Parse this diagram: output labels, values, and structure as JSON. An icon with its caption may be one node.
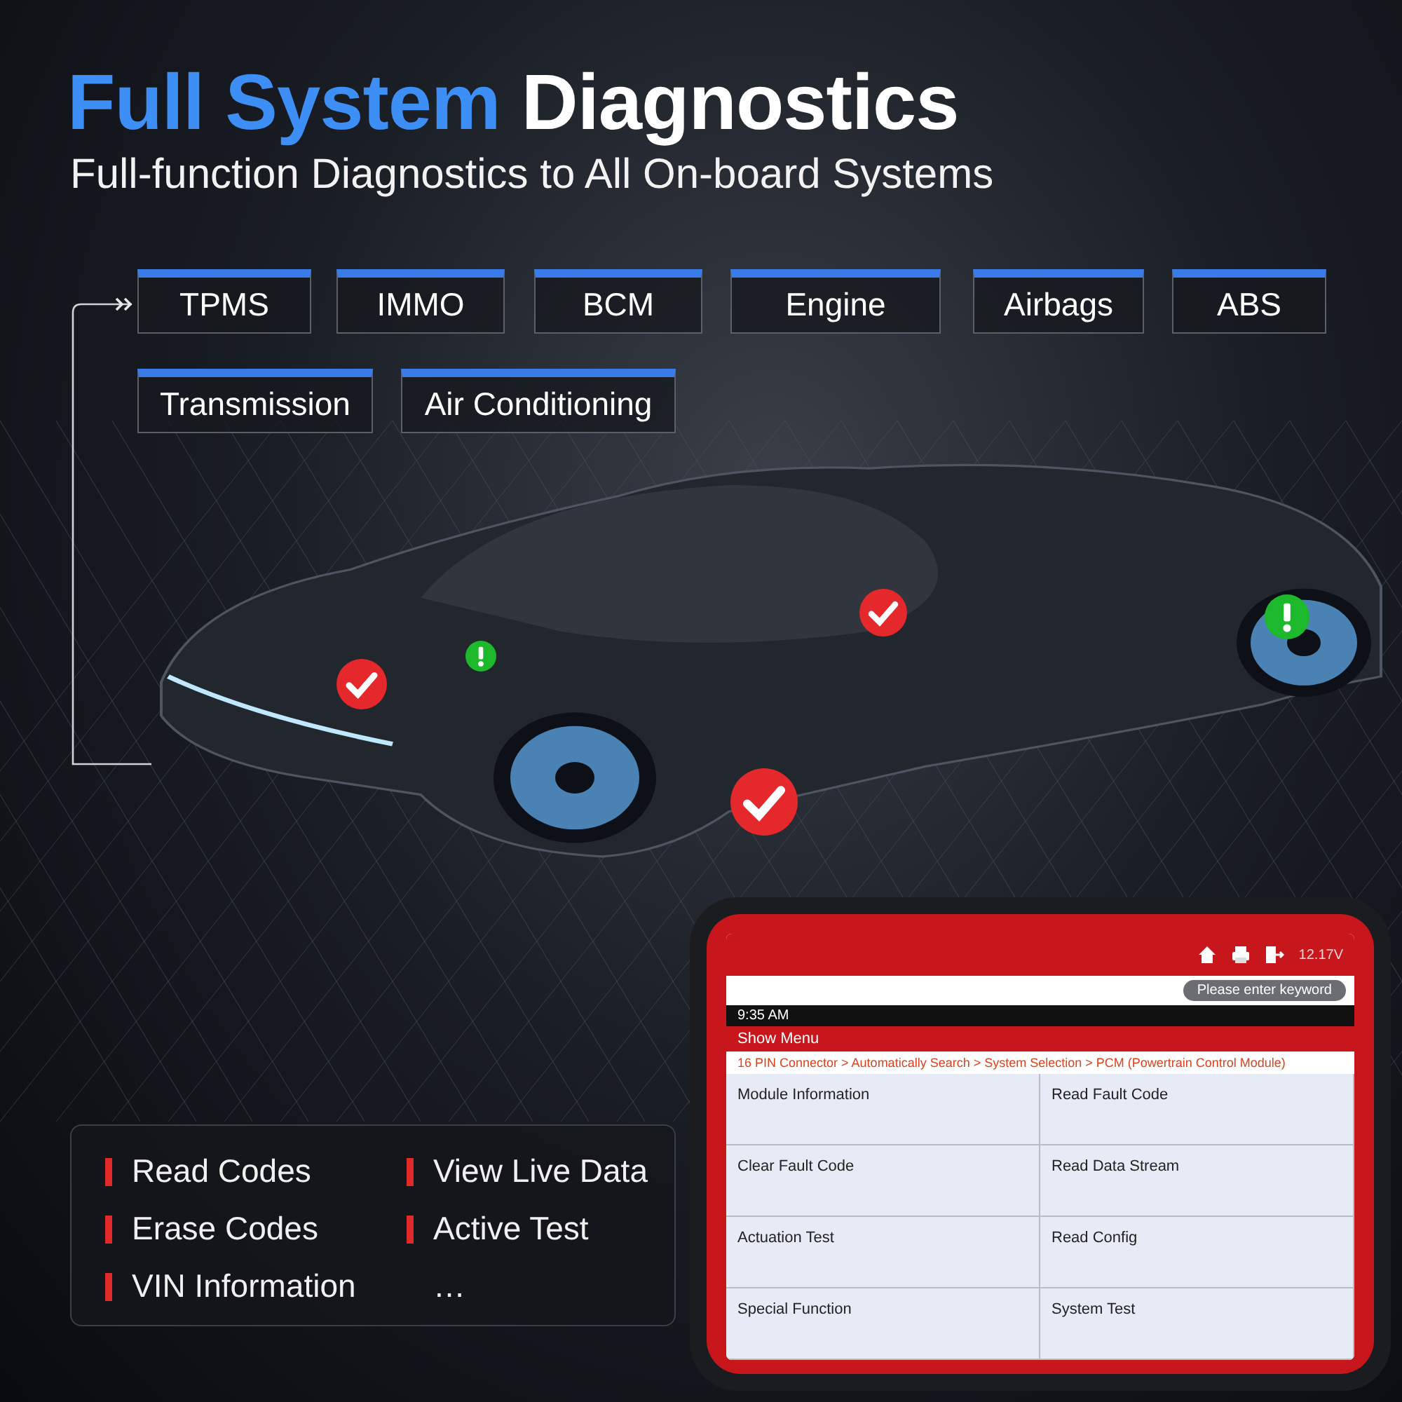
{
  "diagram": {
    "title": "**Full System** Diagnostics",
    "nodes": [
      {
        "text": [],
        "shape": "picture"
      },
      {
        "text": [
          "TPMS"
        ]
      },
      {
        "text": [
          "IMMO"
        ]
      },
      {
        "text": [
          "BCM"
        ]
      },
      {
        "text": [
          "Engine"
        ]
      },
      {
        "text": [
          "Airbags"
        ]
      },
      {
        "text": [
          "ABS"
        ]
      },
      {
        "text": [
          "Transmission"
        ]
      },
      {
        "text": [
          "Air Conditioning"
        ]
      }
    ],
    "edges": [
      {
        "from": 0,
        "to": 1,
        "arrow": "to"
      }
    ],
    "labels": [
      "Full-function Diagnostics to All On-board Systems",
      "Read Codes",
      "View Live Data",
      "Erase Codes",
      "Active Test",
      "VIN Information",
      "…",
      "12.17V",
      "Please enter keyword",
      "9:35 AM",
      "Show Menu",
      "16 PIN Connector > Automatically Search > System Selection > PCM (Powertrain Control Module)",
      "Module Information",
      "Read Fault Code",
      "Clear Fault Code",
      "Read Data Stream",
      "Actuation Test",
      "Read Config",
      "Special Function",
      "System Test"
    ]
  }
}
